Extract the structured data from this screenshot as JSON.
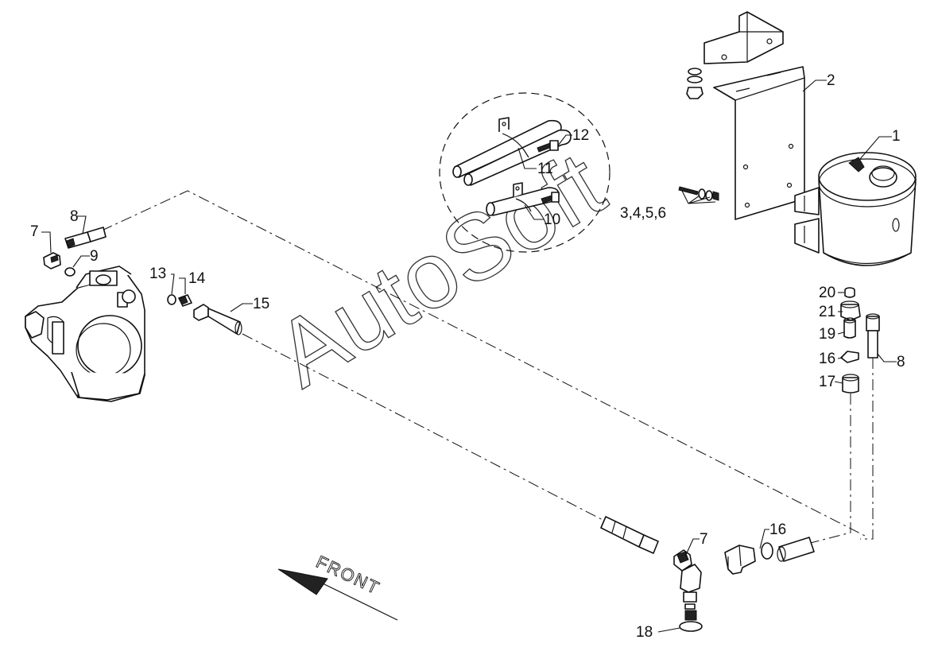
{
  "watermark": "AutoSoft",
  "direction_label": "FRONT",
  "callouts": {
    "c1": "1",
    "c2": "2",
    "c3456": "3,4,5,6",
    "c7a": "7",
    "c7b": "7",
    "c8a": "8",
    "c8b": "8",
    "c9": "9",
    "c10": "10",
    "c11": "11",
    "c12": "12",
    "c13": "13",
    "c14": "14",
    "c15": "15",
    "c16a": "16",
    "c16b": "16",
    "c17": "17",
    "c18": "18",
    "c19": "19",
    "c20": "20",
    "c21": "21"
  }
}
